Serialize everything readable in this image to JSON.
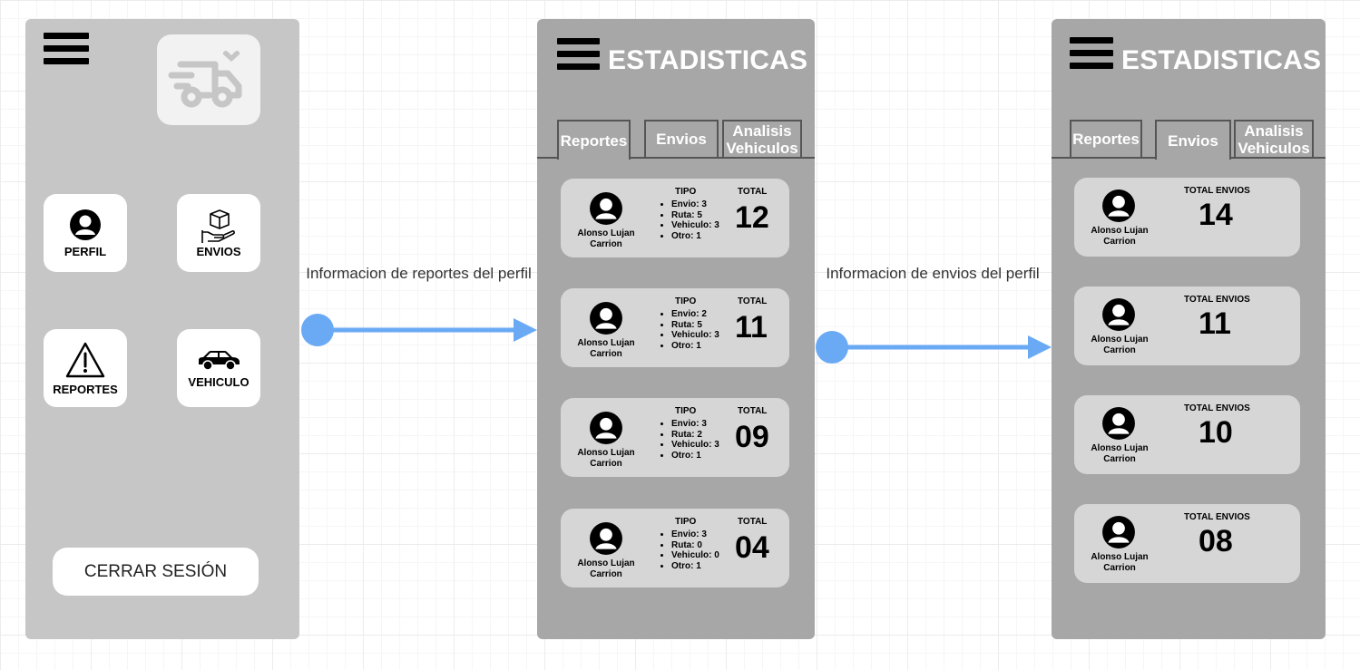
{
  "menu_screen": {
    "tiles": [
      {
        "label": "PERFIL",
        "icon": "user-icon"
      },
      {
        "label": "ENVIOS",
        "icon": "package-hand-icon"
      },
      {
        "label": "REPORTES",
        "icon": "warning-icon"
      },
      {
        "label": "VEHICULO",
        "icon": "car-icon"
      }
    ],
    "logo_icon": "delivery-truck-icon",
    "logout_label": "CERRAR SESIÓN"
  },
  "reports_screen": {
    "title": "ESTADISTICAS",
    "tabs": [
      {
        "label": "Reportes"
      },
      {
        "label": "Envios"
      },
      {
        "label": "Analisis Vehiculos"
      }
    ],
    "active_tab": "Reportes",
    "type_header": "TIPO",
    "total_header": "TOTAL",
    "cards": [
      {
        "user": "Alonso Lujan Carrion",
        "items": [
          "Envio: 3",
          "Ruta: 5",
          "Vehiculo: 3",
          "Otro: 1"
        ],
        "total": "12"
      },
      {
        "user": "Alonso Lujan Carrion",
        "items": [
          "Envio: 2",
          "Ruta: 5",
          "Vehiculo: 3",
          "Otro: 1"
        ],
        "total": "11"
      },
      {
        "user": "Alonso Lujan Carrion",
        "items": [
          "Envio: 3",
          "Ruta: 2",
          "Vehiculo: 3",
          "Otro: 1"
        ],
        "total": "09"
      },
      {
        "user": "Alonso Lujan Carrion",
        "items": [
          "Envio: 3",
          "Ruta: 0",
          "Vehiculo: 0",
          "Otro: 1"
        ],
        "total": "04"
      }
    ]
  },
  "shipments_screen": {
    "title": "ESTADISTICAS",
    "tabs": [
      {
        "label": "Reportes"
      },
      {
        "label": "Envios"
      },
      {
        "label": "Analisis Vehiculos"
      }
    ],
    "active_tab": "Envios",
    "total_header": "TOTAL ENVIOS",
    "cards": [
      {
        "user": "Alonso Lujan Carrion",
        "total": "14"
      },
      {
        "user": "Alonso Lujan Carrion",
        "total": "11"
      },
      {
        "user": "Alonso Lujan Carrion",
        "total": "10"
      },
      {
        "user": "Alonso Lujan Carrion",
        "total": "08"
      }
    ]
  },
  "connectors": [
    {
      "label": "Informacion de reportes del perfil"
    },
    {
      "label": "Informacion de envios del perfil"
    }
  ],
  "colors": {
    "connector": "#6aaaf5",
    "menu_bg": "#c6c6c6",
    "stat_bg": "#a7a7a7",
    "card_bg": "#d6d6d6"
  }
}
